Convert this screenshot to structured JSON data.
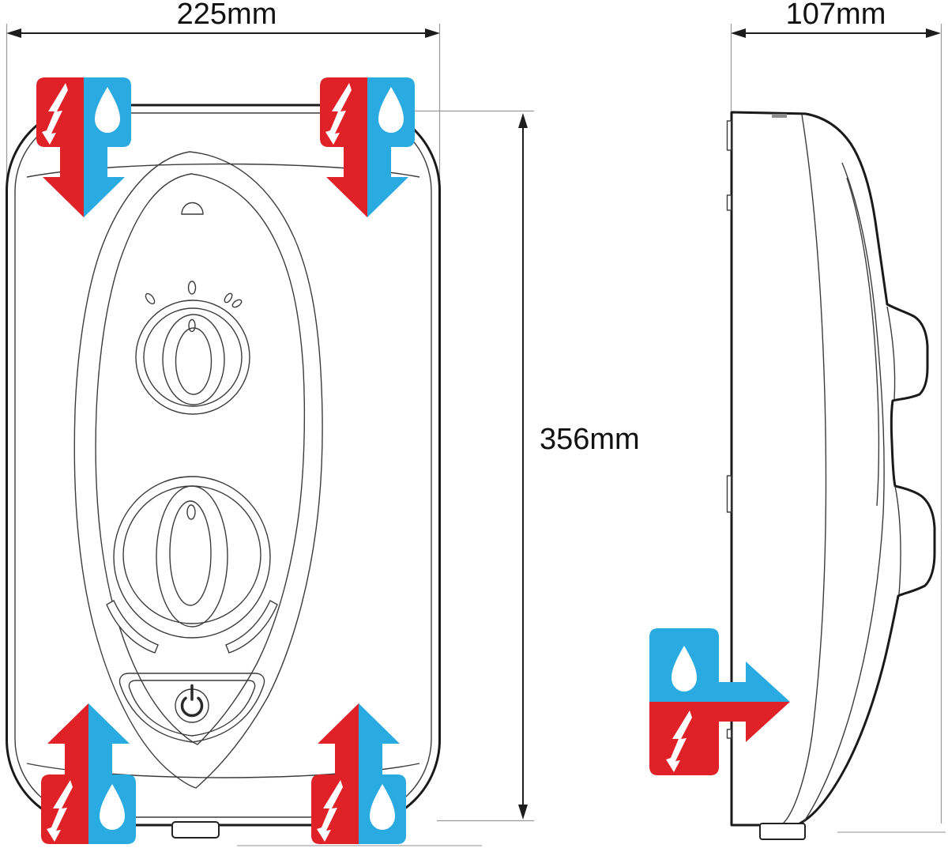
{
  "dimensions": {
    "front_width": {
      "label": "225mm",
      "value_mm": 225,
      "unit": "mm"
    },
    "side_depth": {
      "label": "107mm",
      "value_mm": 107,
      "unit": "mm"
    },
    "front_height": {
      "label": "356mm",
      "value_mm": 356,
      "unit": "mm"
    }
  },
  "colors": {
    "electric_red": "#E02127",
    "water_blue": "#29AAE1",
    "line_dark": "#1A1A1A",
    "line_thin": "#3C3C3C",
    "guide_gray": "#9A9A9A"
  },
  "views": {
    "front": {
      "name": "front-elevation",
      "controls": [
        "temperature-knob",
        "flow-knob",
        "power-button"
      ]
    },
    "side": {
      "name": "side-elevation"
    }
  },
  "entry_indicators": [
    {
      "id": "top-left",
      "location": "front-top-left",
      "direction": "down",
      "icons": [
        "lightning-icon",
        "water-drop-icon"
      ]
    },
    {
      "id": "top-right",
      "location": "front-top-right",
      "direction": "down",
      "icons": [
        "lightning-icon",
        "water-drop-icon"
      ]
    },
    {
      "id": "bottom-left",
      "location": "front-bottom-left",
      "direction": "up",
      "icons": [
        "lightning-icon",
        "water-drop-icon"
      ]
    },
    {
      "id": "bottom-right",
      "location": "front-bottom-right",
      "direction": "up",
      "icons": [
        "lightning-icon",
        "water-drop-icon"
      ]
    },
    {
      "id": "side-rear",
      "location": "side-rear",
      "direction": "right",
      "icons": [
        "water-drop-icon",
        "lightning-icon"
      ]
    }
  ],
  "icons": {
    "power_button": "power-icon"
  }
}
